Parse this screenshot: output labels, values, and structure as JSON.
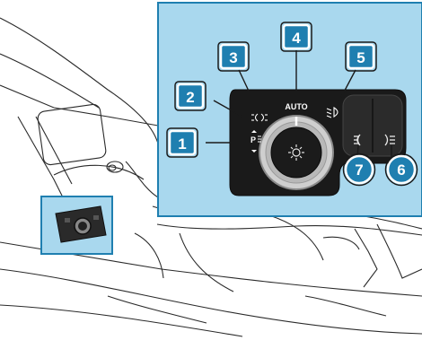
{
  "diagram": {
    "callouts": [
      {
        "id": "callout-1",
        "number": "1"
      },
      {
        "id": "callout-2",
        "number": "2"
      },
      {
        "id": "callout-3",
        "number": "3"
      },
      {
        "id": "callout-4",
        "number": "4"
      },
      {
        "id": "callout-5",
        "number": "5"
      },
      {
        "id": "callout-6",
        "number": "6"
      },
      {
        "id": "callout-7",
        "number": "7"
      }
    ],
    "switch": {
      "auto_label": "AUTO",
      "parking_light_label": "P"
    },
    "colors": {
      "panel_blue": "#a9d8ee",
      "callout_fill": "#1f7fb0",
      "callout_border": "#ffffff",
      "switch_body": "#1a1a1a"
    }
  }
}
